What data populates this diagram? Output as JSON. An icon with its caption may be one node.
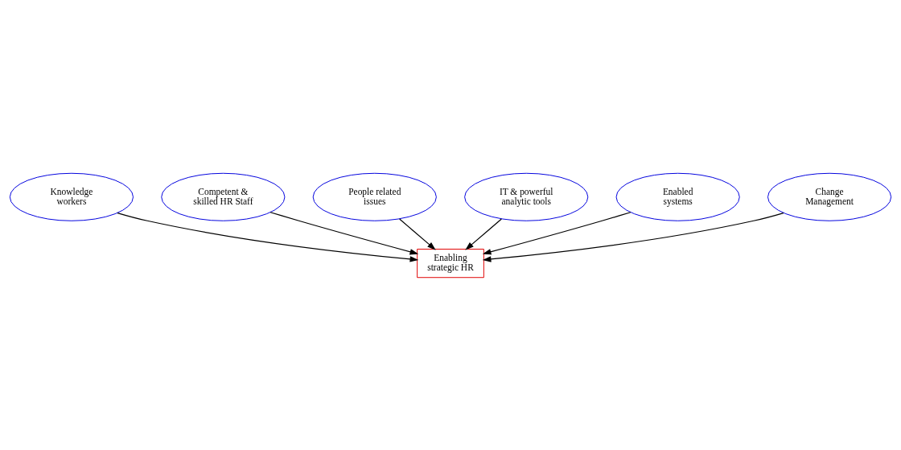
{
  "diagram": {
    "nodes": [
      {
        "text": [
          "Enabling strategic HR"
        ]
      },
      {
        "text": [
          "Knowledge workers"
        ]
      },
      {
        "text": [
          "Competent & skilled HR Staff"
        ]
      },
      {
        "text": [
          "People related issues"
        ]
      },
      {
        "text": [
          "IT & powerful analytic tools"
        ]
      },
      {
        "text": [
          "Enabled systems"
        ]
      },
      {
        "text": [
          "Change Management"
        ]
      }
    ],
    "edges": [
      {
        "from": 1,
        "to": 0,
        "arrow": "to"
      },
      {
        "from": 2,
        "to": 0,
        "arrow": "to"
      },
      {
        "from": 3,
        "to": 0,
        "arrow": "to"
      },
      {
        "from": 4,
        "to": 0,
        "arrow": "to"
      },
      {
        "from": 5,
        "to": 0,
        "arrow": "to"
      },
      {
        "from": 6,
        "to": 0,
        "arrow": "to"
      }
    ]
  }
}
